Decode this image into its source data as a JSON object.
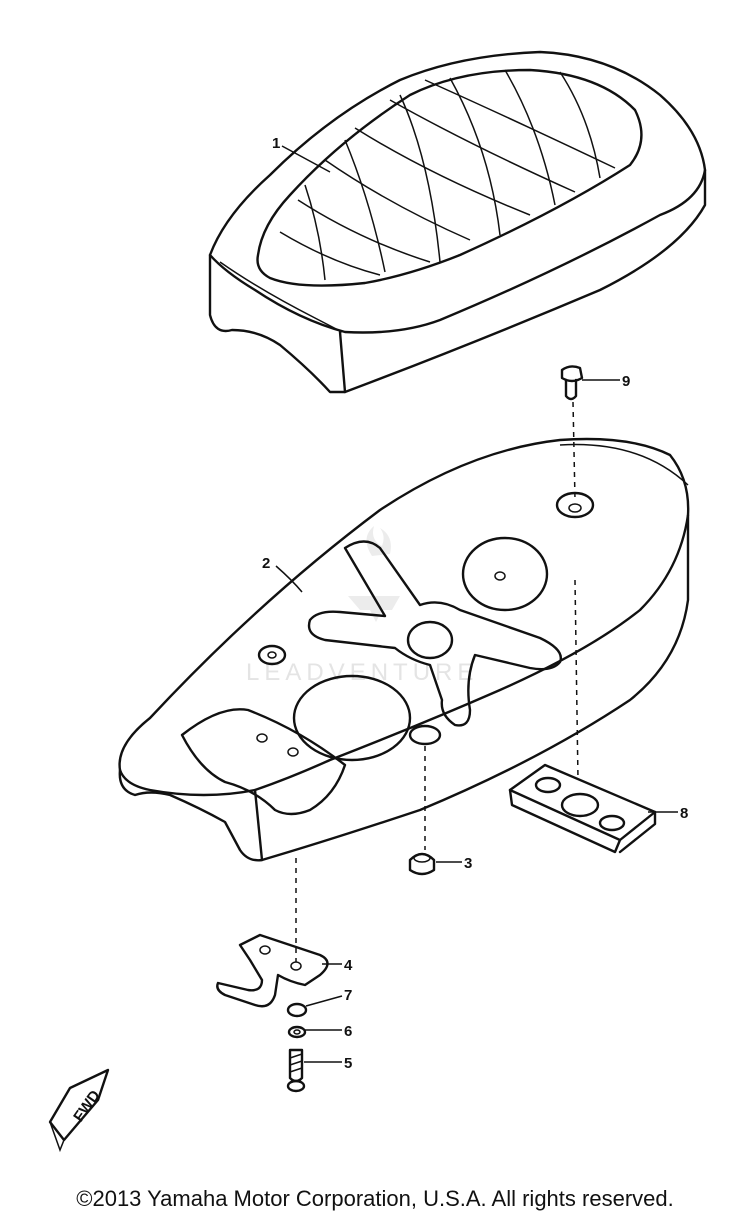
{
  "callouts": {
    "c1": "1",
    "c2": "2",
    "c3": "3",
    "c4": "4",
    "c5": "5",
    "c6": "6",
    "c7": "7",
    "c8": "8",
    "c9": "9"
  },
  "fwd_label": "FWD",
  "watermark": "LEADVENTURE",
  "copyright": "©2013 Yamaha Motor Corporation, U.S.A. All rights reserved."
}
